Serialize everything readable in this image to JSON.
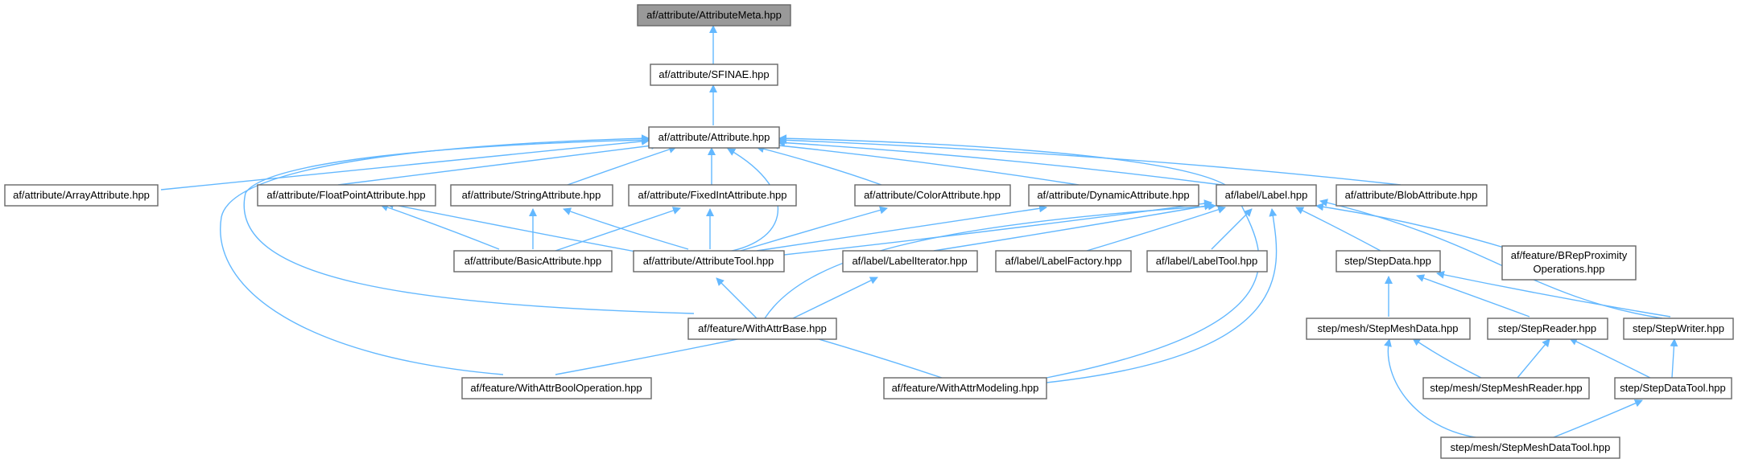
{
  "colors": {
    "edge": "#63b8ff",
    "node_border": "#666666",
    "root_fill": "#999999",
    "node_fill": "#ffffff"
  },
  "nodes": {
    "meta": "af/attribute/AttributeMeta.hpp",
    "sfinae": "af/attribute/SFINAE.hpp",
    "attribute": "af/attribute/Attribute.hpp",
    "array": "af/attribute/ArrayAttribute.hpp",
    "floatpoint": "af/attribute/FloatPointAttribute.hpp",
    "string": "af/attribute/StringAttribute.hpp",
    "fixedint": "af/attribute/FixedIntAttribute.hpp",
    "color": "af/attribute/ColorAttribute.hpp",
    "dynamic": "af/attribute/DynamicAttribute.hpp",
    "label": "af/label/Label.hpp",
    "blob": "af/attribute/BlobAttribute.hpp",
    "basic": "af/attribute/BasicAttribute.hpp",
    "attrtool": "af/attribute/AttributeTool.hpp",
    "labeliter": "af/label/LabelIterator.hpp",
    "labelfactory": "af/label/LabelFactory.hpp",
    "labeltool": "af/label/LabelTool.hpp",
    "stepdata": "step/StepData.hpp",
    "brep_l1": "af/feature/BRepProximity",
    "brep_l2": "Operations.hpp",
    "withattrbase": "af/feature/WithAttrBase.hpp",
    "stepmeshdata": "step/mesh/StepMeshData.hpp",
    "stepreader": "step/StepReader.hpp",
    "stepwriter": "step/StepWriter.hpp",
    "boolop": "af/feature/WithAttrBoolOperation.hpp",
    "modeling": "af/feature/WithAttrModeling.hpp",
    "stepmeshreader": "step/mesh/StepMeshReader.hpp",
    "stepdatatool": "step/StepDataTool.hpp",
    "stepmeshdatatool": "step/mesh/StepMeshDataTool.hpp"
  }
}
